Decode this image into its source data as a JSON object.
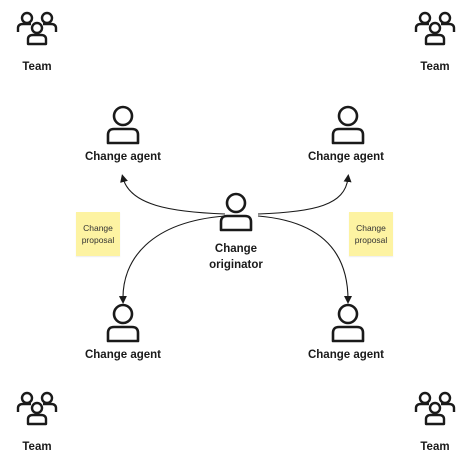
{
  "teams": [
    {
      "label": "Team"
    },
    {
      "label": "Team"
    },
    {
      "label": "Team"
    },
    {
      "label": "Team"
    }
  ],
  "agents": [
    {
      "label": "Change agent"
    },
    {
      "label": "Change agent"
    },
    {
      "label": "Change agent"
    },
    {
      "label": "Change agent"
    }
  ],
  "originator": {
    "label": "Change originator"
  },
  "notes": [
    {
      "text": "Change proposal"
    },
    {
      "text": "Change proposal"
    }
  ],
  "colors": {
    "stroke": "#1a1a1a",
    "sticky": "#fdf3a2",
    "background": "#ffffff"
  }
}
